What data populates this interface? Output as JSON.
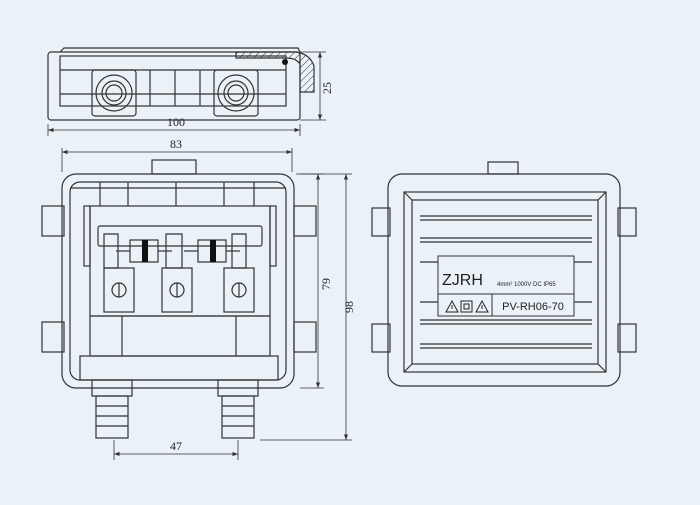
{
  "dimensions": {
    "height_side": "25",
    "width_overall": "100",
    "width_body": "83",
    "height_body": "79",
    "height_overall": "98",
    "gland_spacing": "47"
  },
  "label": {
    "brand": "ZJRH",
    "spec": "4mm² 1000V DC IP65",
    "model": "PV-RH06-70"
  },
  "colors": {
    "background": "#eaf2f8",
    "line": "#333333",
    "diode": "#111111"
  },
  "icons": [
    "warning-triangle-icon",
    "double-insulation-square-icon",
    "warning-triangle-icon"
  ]
}
